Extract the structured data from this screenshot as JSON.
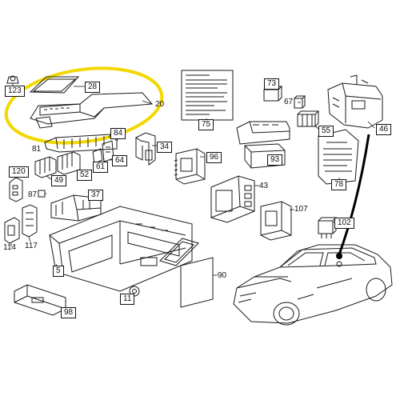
{
  "callouts": {
    "p123": "123",
    "p28": "28",
    "p20": "20",
    "p73": "73",
    "p46": "46",
    "p67": "67",
    "p55": "55",
    "p75": "75",
    "p84": "84",
    "p81": "81",
    "p34": "34",
    "p96": "96",
    "p93": "93",
    "p78": "78",
    "p120": "120",
    "p49": "49",
    "p52": "52",
    "p61": "61",
    "p64": "64",
    "p87": "87",
    "p37": "37",
    "p43": "43",
    "p107": "107",
    "p102": "102",
    "p114": "114",
    "p117": "117",
    "p5": "5",
    "p90": "90",
    "p11": "11",
    "p98": "98"
  },
  "colors": {
    "line": "#1a1a1a",
    "highlight": "#f2d800",
    "pointer": "#000000",
    "background": "#ffffff"
  }
}
